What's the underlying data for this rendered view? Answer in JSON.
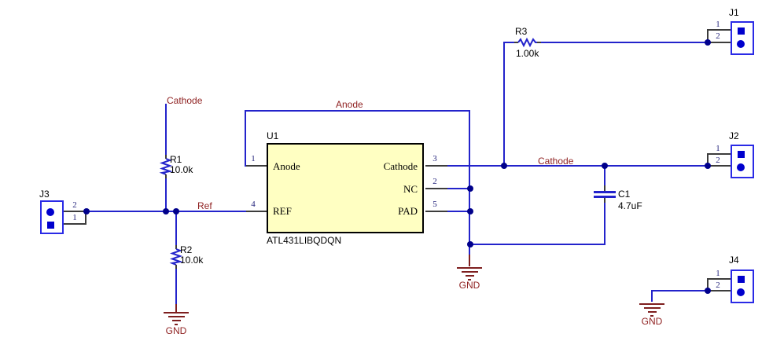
{
  "sch": {
    "u1": {
      "ref": "U1",
      "part": "ATL431LIBQDQN",
      "pins": [
        {
          "num": "1",
          "name": "Anode"
        },
        {
          "num": "4",
          "name": "REF"
        },
        {
          "num": "3",
          "name": "Cathode"
        },
        {
          "num": "2",
          "name": "NC"
        },
        {
          "num": "5",
          "name": "PAD"
        }
      ]
    },
    "r1": {
      "ref": "R1",
      "value": "10.0k"
    },
    "r2": {
      "ref": "R2",
      "value": "10.0k"
    },
    "r3": {
      "ref": "R3",
      "value": "1.00k"
    },
    "c1": {
      "ref": "C1",
      "value": "4.7uF"
    },
    "j1": {
      "ref": "J1",
      "pin1": "1",
      "pin2": "2"
    },
    "j2": {
      "ref": "J2",
      "pin1": "1",
      "pin2": "2"
    },
    "j3": {
      "ref": "J3",
      "pin1": "1",
      "pin2": "2"
    },
    "j4": {
      "ref": "J4",
      "pin1": "1",
      "pin2": "2"
    },
    "nets": {
      "cathode_left": "Cathode",
      "anode": "Anode",
      "ref": "Ref",
      "cathode_right": "Cathode",
      "gnd": "GND"
    },
    "colors": {
      "wire": "#2323cb",
      "junction": "#00008b",
      "net_label": "#8e1f1f",
      "ground": "#7e1f1f",
      "ic_fill": "#ffffc2",
      "ic_border": "#000000",
      "connector": "#2a2ae6",
      "pin_shape": "#0000cd",
      "pin_stub": "#3c3c3c"
    }
  }
}
